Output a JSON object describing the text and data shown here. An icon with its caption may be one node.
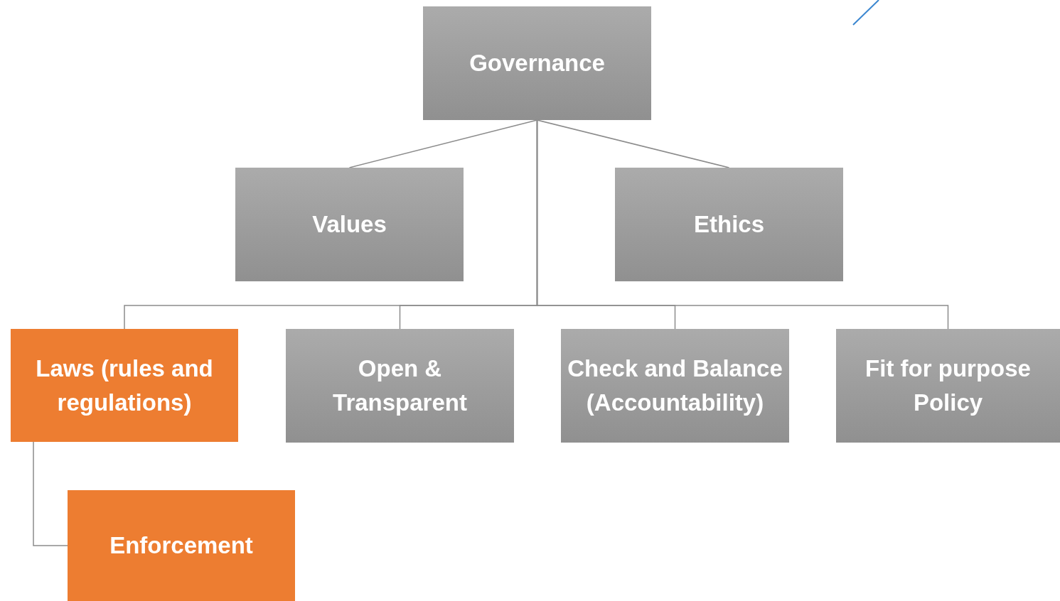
{
  "diagram": {
    "nodes": [
      {
        "text": [
          "Governance"
        ]
      },
      {
        "text": [
          "Values"
        ]
      },
      {
        "text": [
          "Ethics"
        ]
      },
      {
        "text": [
          "Laws (rules and regulations)"
        ]
      },
      {
        "text": [
          "Open & Transparent"
        ]
      },
      {
        "text": [
          "Check and Balance (Accountability)"
        ]
      },
      {
        "text": [
          "Fit for purpose Policy"
        ]
      },
      {
        "text": [
          "Enforcement"
        ]
      }
    ],
    "edges": [
      {
        "from": 0,
        "to": 1,
        "arrow": "none"
      },
      {
        "from": 0,
        "to": 2,
        "arrow": "none"
      },
      {
        "from": 0,
        "to": 3,
        "arrow": "none"
      },
      {
        "from": 0,
        "to": 4,
        "arrow": "none"
      },
      {
        "from": 0,
        "to": 5,
        "arrow": "none"
      },
      {
        "from": 0,
        "to": 6,
        "arrow": "none"
      },
      {
        "from": 3,
        "to": 7,
        "arrow": "none"
      }
    ]
  }
}
